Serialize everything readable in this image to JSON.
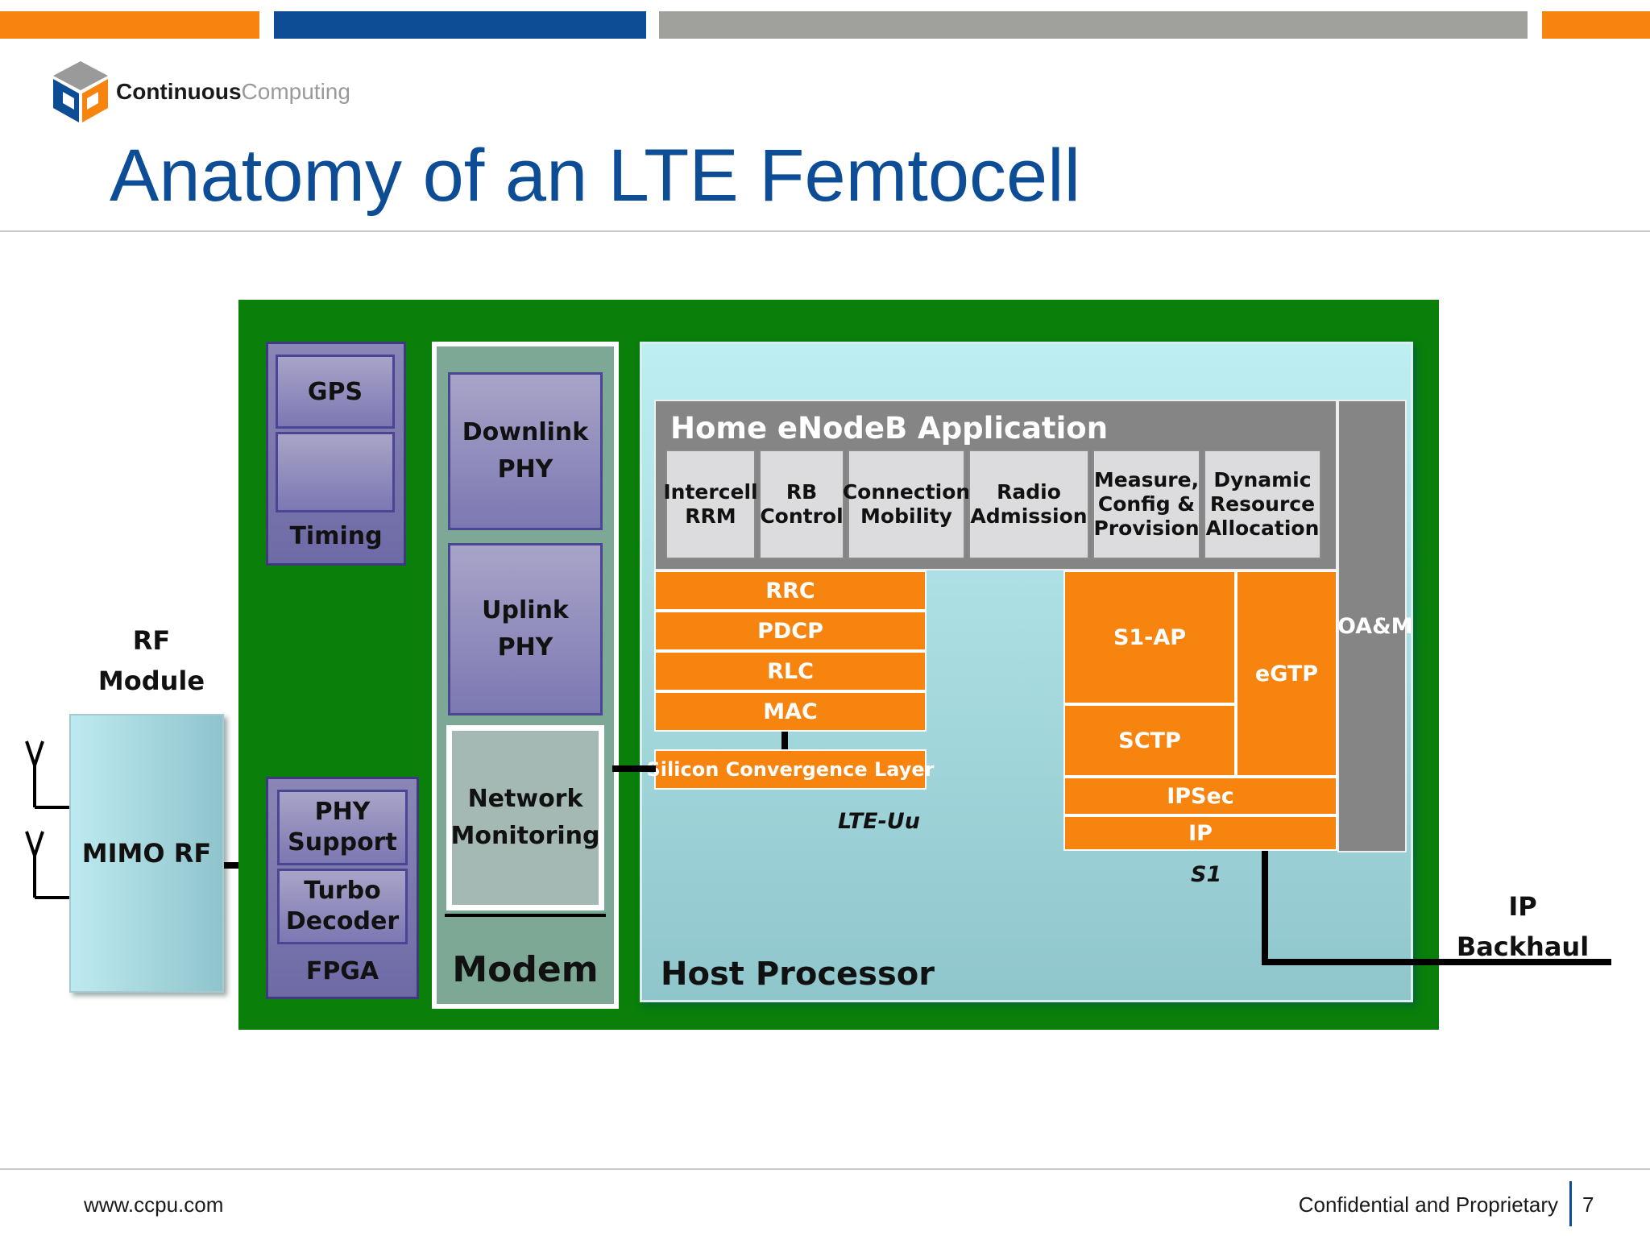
{
  "header": {
    "brand_bold": "Continuous",
    "brand_light": "Computing",
    "title": "Anatomy of an LTE Femtocell",
    "bar_colors": [
      "#f6840f",
      "#0d4d96",
      "#a0a09c",
      "#f6840f"
    ]
  },
  "diagram": {
    "rf_module_label": "RF\nModule",
    "mimo_rf": "MIMO RF",
    "gps": "GPS",
    "timing": "Timing",
    "phy_support": "PHY\nSupport",
    "turbo_decoder": "Turbo\nDecoder",
    "fpga": "FPGA",
    "downlink_phy": "Downlink\nPHY",
    "uplink_phy": "Uplink\nPHY",
    "network_monitoring": "Network\nMonitoring",
    "modem": "Modem",
    "host_processor": "Host Processor",
    "henb_title": "Home eNodeB Application",
    "henb_functions": [
      "Intercell\nRRM",
      "RB\nControl",
      "Connection\nMobility",
      "Radio\nAdmission",
      "Measure,\nConfig &\nProvision",
      "Dynamic\nResource\nAllocation"
    ],
    "oam": "OA&M",
    "radio_stack": [
      "RRC",
      "PDCP",
      "RLC",
      "MAC"
    ],
    "scl": "Silicon Convergence Layer",
    "lte_uu": "LTE-Uu",
    "s1ap": "S1-AP",
    "sctp": "SCTP",
    "egtp": "eGTP",
    "ipsec": "IPSec",
    "ip": "IP",
    "s1": "S1",
    "ip_backhaul": "IP\nBackhaul",
    "colors": {
      "board_green": "#0a7f0a",
      "host_cyan": "#b8e6ec",
      "stack_orange": "#f6840f",
      "app_gray": "#858585"
    }
  },
  "footer": {
    "url": "www.ccpu.com",
    "confidential": "Confidential and Proprietary",
    "page_number": "7"
  }
}
